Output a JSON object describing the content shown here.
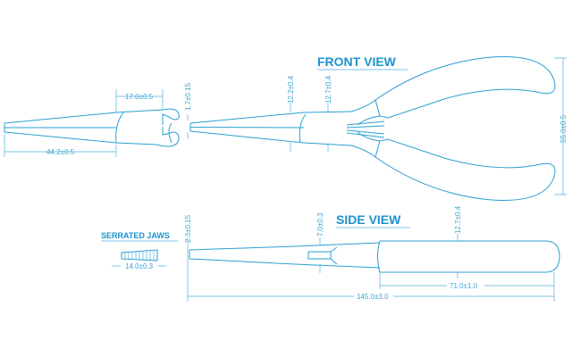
{
  "titles": {
    "front_view": "FRONT VIEW",
    "side_view": "SIDE VIEW",
    "serrated_jaws": "SERRATED JAWS"
  },
  "dimensions": {
    "jaw_length": "17.0±0.5",
    "nose_length": "44.2±0.5",
    "tip_width_front": "1.7±0.15",
    "width_a": "12.2±0.4",
    "width_b": "12.7±0.4",
    "handle_span": "55.0±0.5",
    "tip_thickness_side": "2.3±0.15",
    "joint_thickness": "7.0±0.3",
    "handle_thickness": "12.7±0.4",
    "serration_length": "14.0±0.3",
    "handle_length": "71.0±1.0",
    "overall_length": "145.0±3.0"
  },
  "colors": {
    "line": "#2b9fd2",
    "title": "#1d93cc"
  }
}
